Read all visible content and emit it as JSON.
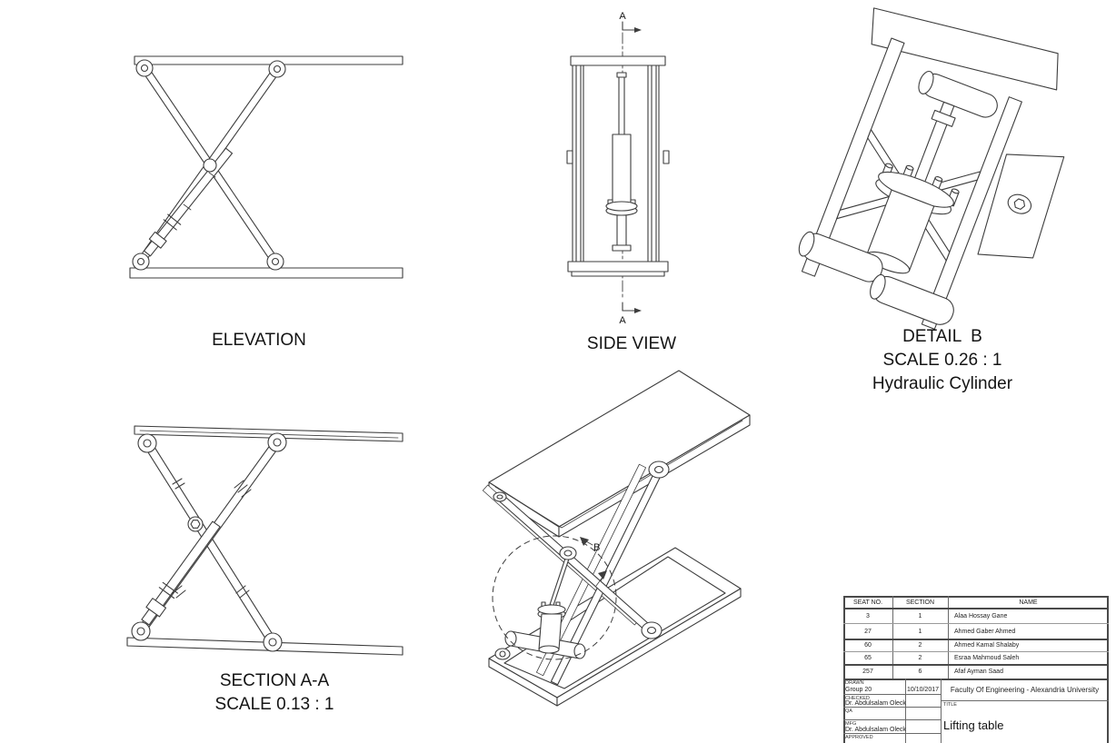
{
  "labels": {
    "elevation": "ELEVATION",
    "side_view": "SIDE VIEW",
    "detail_b_title": "DETAIL  B",
    "detail_b_scale": "SCALE 0.26 : 1",
    "detail_b_subtitle": "Hydraulic Cylinder",
    "section_aa_title": "SECTION A-A",
    "section_aa_scale": "SCALE 0.13 : 1",
    "section_marker": "A",
    "detail_marker": "B"
  },
  "title_block": {
    "headers": {
      "seat": "SEAT NO.",
      "section": "SECTION",
      "name": "NAME"
    },
    "students": [
      {
        "seat": "3",
        "section": "1",
        "name": "Alaa Hossay Gane"
      },
      {
        "seat": "27",
        "section": "1",
        "name": "Ahmed Gaber Ahmed"
      },
      {
        "seat": "60",
        "section": "2",
        "name": "Ahmed Kamal Shalaby"
      },
      {
        "seat": "65",
        "section": "2",
        "name": "Esraa Mahmoud Saleh"
      },
      {
        "seat": "257",
        "section": "6",
        "name": "Afaf Ayman Saad"
      }
    ],
    "approval": {
      "drawn_label": "DRAWN",
      "drawn_name": "Group 20",
      "drawn_date": "10/10/2017",
      "checked_label": "CHECKED",
      "checked_name": "Dr. Abdulsalam Oleck",
      "qa_label": "QA",
      "mfg_label": "MFG",
      "mfg_name": "Dr. Abdulsalam Oleck",
      "approved_label": "APPROVED"
    },
    "institution": "Faculty Of Engineering - Alexandria University",
    "title_label": "TITLE",
    "drawing_title": "Lifting table"
  },
  "colors": {
    "line": "#3d3d3d",
    "text": "#161616",
    "background": "#ffffff"
  }
}
